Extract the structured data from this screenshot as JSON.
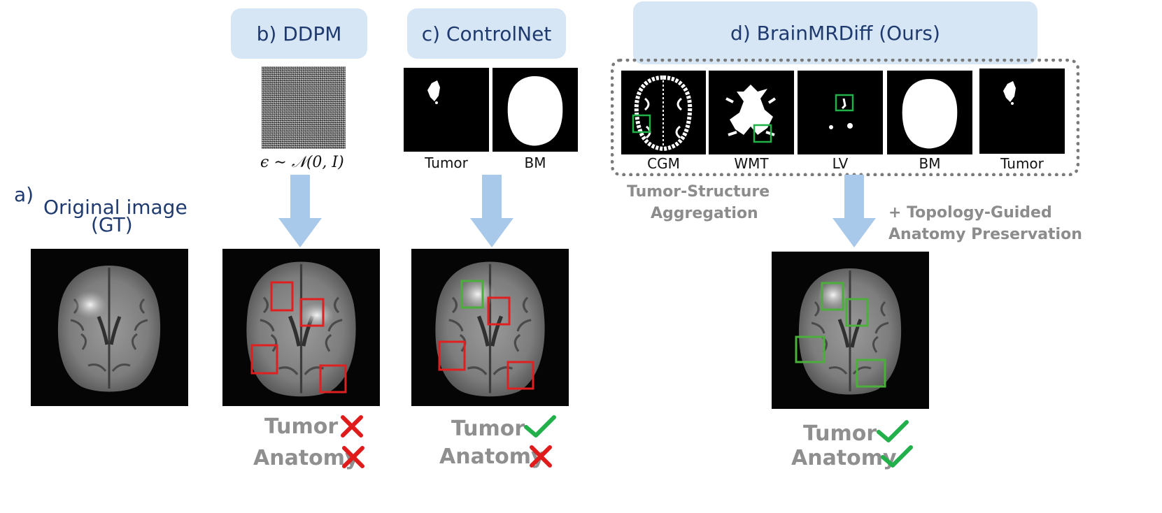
{
  "panels": {
    "a": {
      "label": "a)",
      "title_line1": "Original image",
      "title_line2": "(GT)"
    },
    "b": {
      "title": "b) DDPM",
      "noise_label": "ϵ ∼ 𝒩(0, I)",
      "tumor_label": "Tumor",
      "anatomy_label": "Anatomy",
      "tumor_ok": false,
      "anatomy_ok": false
    },
    "c": {
      "title": "c) ControlNet",
      "masks": [
        "Tumor",
        "BM"
      ],
      "tumor_label": "Tumor",
      "anatomy_label": "Anatomy",
      "tumor_ok": true,
      "anatomy_ok": false
    },
    "d": {
      "title": "d) BrainMRDiff (Ours)",
      "masks": [
        "CGM",
        "WMT",
        "LV",
        "BM",
        "Tumor"
      ],
      "aggregation_line1": "Tumor-Structure",
      "aggregation_line2": "Aggregation",
      "guidance_line1": "+ Topology-Guided",
      "guidance_line2": "Anatomy Preservation",
      "tumor_label": "Tumor",
      "anatomy_label": "Anatomy",
      "tumor_ok": true,
      "anatomy_ok": true
    }
  },
  "colors": {
    "pill_bg": "#d6e6f5",
    "title_text": "#1f3a6e",
    "arrow": "#a9c9eb",
    "bad": "#e01b1b",
    "good": "#22b04b",
    "box_red": "#e02020",
    "box_green": "#4caf3c"
  }
}
